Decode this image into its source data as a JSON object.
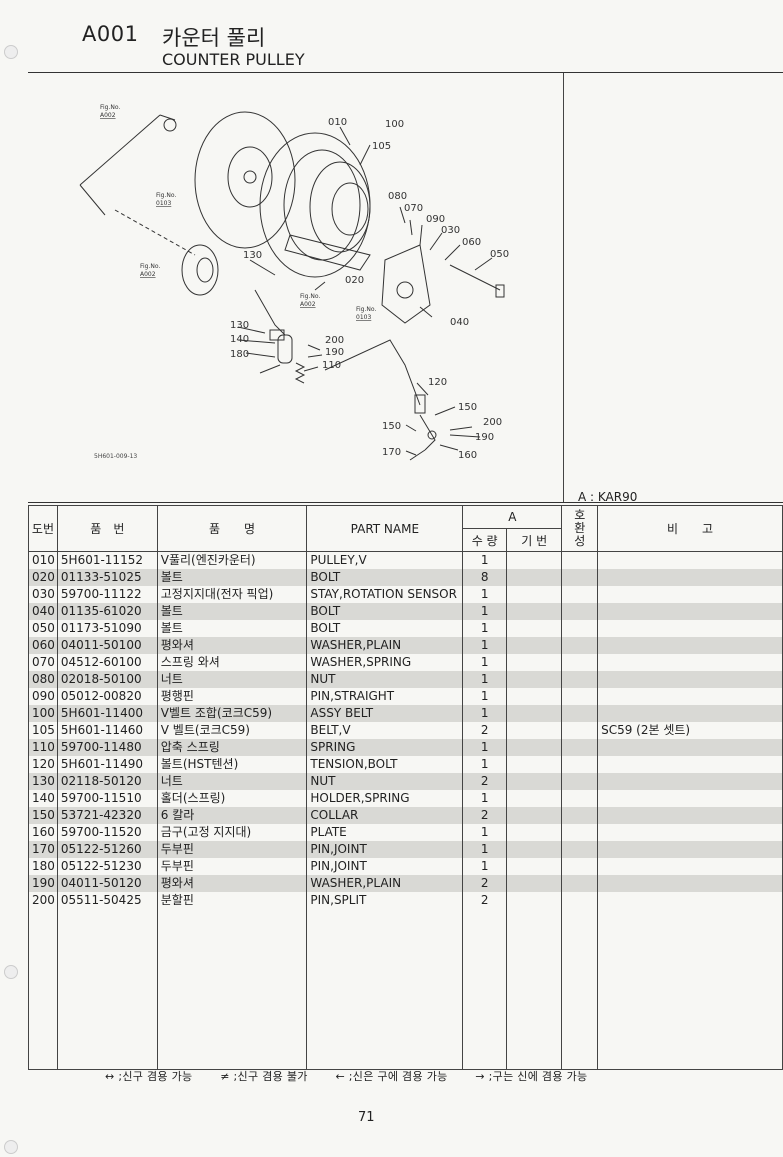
{
  "header": {
    "code": "A001",
    "title_kr": "카운터 풀리",
    "title_en": "COUNTER PULLEY"
  },
  "diagram": {
    "code": "5H601-009-13",
    "fig_refs": [
      {
        "fig": "Fig.No.",
        "ref": "A002"
      },
      {
        "fig": "Fig.No.",
        "ref": "0103"
      },
      {
        "fig": "Fig.No.",
        "ref": "A002"
      },
      {
        "fig": "Fig.No.",
        "ref": "A002"
      },
      {
        "fig": "Fig.No.",
        "ref": "0103"
      }
    ],
    "callouts": [
      "010",
      "100",
      "105",
      "080",
      "070",
      "090",
      "030",
      "060",
      "050",
      "020",
      "130",
      "040",
      "130",
      "140",
      "200",
      "180",
      "190",
      "110",
      "120",
      "150",
      "150",
      "200",
      "190",
      "170",
      "160"
    ]
  },
  "model": "A : KAR90",
  "table": {
    "headers": {
      "no": "도번",
      "part_no": "품　번",
      "name_kr": "품　　명",
      "part_name": "PART NAME",
      "group": "A",
      "qty": "수 량",
      "base": "기 번",
      "interchange": "호\n환\n성",
      "remarks": "비　　고"
    },
    "rows": [
      {
        "no": "010",
        "part_no": "5H601-11152",
        "name_kr": "V풀리(엔진카운터)",
        "part_name": "PULLEY,V",
        "qty": "1",
        "remarks": ""
      },
      {
        "no": "020",
        "part_no": "01133-51025",
        "name_kr": "볼트",
        "part_name": "BOLT",
        "qty": "8",
        "remarks": ""
      },
      {
        "no": "030",
        "part_no": "59700-11122",
        "name_kr": "고정지지대(전자 픽업)",
        "part_name": "STAY,ROTATION SENSOR",
        "qty": "1",
        "remarks": ""
      },
      {
        "no": "040",
        "part_no": "01135-61020",
        "name_kr": "볼트",
        "part_name": "BOLT",
        "qty": "1",
        "remarks": ""
      },
      {
        "no": "050",
        "part_no": "01173-51090",
        "name_kr": "볼트",
        "part_name": "BOLT",
        "qty": "1",
        "remarks": ""
      },
      {
        "no": "060",
        "part_no": "04011-50100",
        "name_kr": "평와셔",
        "part_name": "WASHER,PLAIN",
        "qty": "1",
        "remarks": ""
      },
      {
        "no": "070",
        "part_no": "04512-60100",
        "name_kr": "스프링 와셔",
        "part_name": "WASHER,SPRING",
        "qty": "1",
        "remarks": ""
      },
      {
        "no": "080",
        "part_no": "02018-50100",
        "name_kr": "너트",
        "part_name": "NUT",
        "qty": "1",
        "remarks": ""
      },
      {
        "no": "090",
        "part_no": "05012-00820",
        "name_kr": "평행핀",
        "part_name": "PIN,STRAIGHT",
        "qty": "1",
        "remarks": ""
      },
      {
        "no": "100",
        "part_no": "5H601-11400",
        "name_kr": "V벨트 조합(코크C59)",
        "part_name": "ASSY BELT",
        "qty": "1",
        "remarks": ""
      },
      {
        "no": "105",
        "part_no": "5H601-11460",
        "name_kr": "V 벨트(코크C59)",
        "part_name": "BELT,V",
        "qty": "2",
        "remarks": "SC59 (2본 셋트)"
      },
      {
        "no": "110",
        "part_no": "59700-11480",
        "name_kr": "압축 스프링",
        "part_name": "SPRING",
        "qty": "1",
        "remarks": ""
      },
      {
        "no": "120",
        "part_no": "5H601-11490",
        "name_kr": "볼트(HST텐션)",
        "part_name": "TENSION,BOLT",
        "qty": "1",
        "remarks": ""
      },
      {
        "no": "130",
        "part_no": "02118-50120",
        "name_kr": "너트",
        "part_name": "NUT",
        "qty": "2",
        "remarks": ""
      },
      {
        "no": "140",
        "part_no": "59700-11510",
        "name_kr": "홀더(스프링)",
        "part_name": "HOLDER,SPRING",
        "qty": "1",
        "remarks": ""
      },
      {
        "no": "150",
        "part_no": "53721-42320",
        "name_kr": "6 칼라",
        "part_name": "COLLAR",
        "qty": "2",
        "remarks": ""
      },
      {
        "no": "160",
        "part_no": "59700-11520",
        "name_kr": "금구(고정 지지대)",
        "part_name": "PLATE",
        "qty": "1",
        "remarks": ""
      },
      {
        "no": "170",
        "part_no": "05122-51260",
        "name_kr": "두부핀",
        "part_name": "PIN,JOINT",
        "qty": "1",
        "remarks": ""
      },
      {
        "no": "180",
        "part_no": "05122-51230",
        "name_kr": "두부핀",
        "part_name": "PIN,JOINT",
        "qty": "1",
        "remarks": ""
      },
      {
        "no": "190",
        "part_no": "04011-50120",
        "name_kr": "평와셔",
        "part_name": "WASHER,PLAIN",
        "qty": "2",
        "remarks": ""
      },
      {
        "no": "200",
        "part_no": "05511-50425",
        "name_kr": "분할핀",
        "part_name": "PIN,SPLIT",
        "qty": "2",
        "remarks": ""
      }
    ]
  },
  "legend": [
    "↔ ;신구 겸용 가능",
    "≠ ;신구 겸용 불가",
    "← ;신은 구에 겸용 가능",
    "→ ;구는 신에 겸용 가능"
  ],
  "page_number": "71"
}
